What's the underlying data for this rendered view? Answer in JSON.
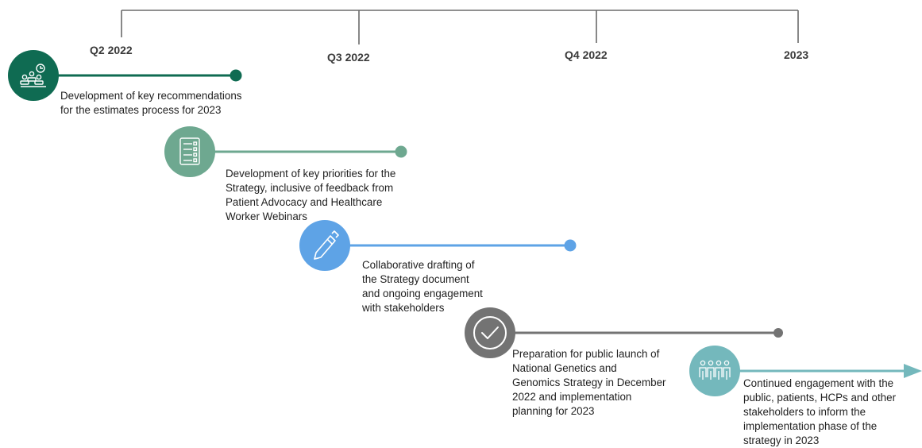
{
  "timeline": {
    "periods": [
      {
        "label": "Q2 2022"
      },
      {
        "label": "Q3 2022"
      },
      {
        "label": "Q4 2022"
      },
      {
        "label": "2023"
      }
    ]
  },
  "milestones": [
    {
      "icon": "people-chart-icon",
      "color": "#0f6b52",
      "lines": [
        "Development of key recommendations",
        "for the estimates process for 2023"
      ]
    },
    {
      "icon": "checklist-icon",
      "color": "#6ea890",
      "lines": [
        "Development of key priorities for the",
        "Strategy, inclusive of feedback from",
        "Patient Advocacy and Healthcare",
        "Worker Webinars"
      ]
    },
    {
      "icon": "pen-icon",
      "color": "#5ea3e6",
      "lines": [
        "Collaborative drafting of",
        "the Strategy document",
        "and ongoing engagement",
        "with stakeholders"
      ]
    },
    {
      "icon": "checkmark-icon",
      "color": "#737373",
      "lines": [
        "Preparation for public launch of",
        "National Genetics and",
        "Genomics Strategy in December",
        "2022 and implementation",
        "planning for 2023"
      ]
    },
    {
      "icon": "group-people-icon",
      "color": "#74b8bc",
      "lines": [
        "Continued engagement with the",
        "public, patients, HCPs and other",
        "stakeholders to inform the",
        "implementation phase of the",
        "strategy in 2023"
      ]
    }
  ],
  "colors": {
    "axis": "#6b6b6b"
  }
}
